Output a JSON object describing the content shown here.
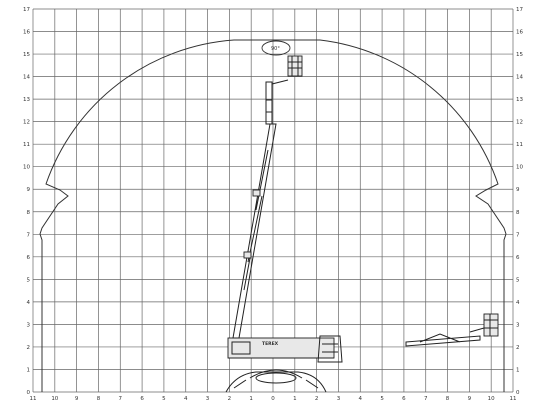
{
  "diagram": {
    "x_ticks": [
      "11",
      "10",
      "9",
      "8",
      "7",
      "6",
      "5",
      "4",
      "3",
      "2",
      "1",
      "0",
      "1",
      "2",
      "3",
      "4",
      "5",
      "6",
      "7",
      "8",
      "9",
      "10",
      "11"
    ],
    "y_ticks": [
      "0",
      "1",
      "2",
      "3",
      "4",
      "5",
      "6",
      "7",
      "8",
      "9",
      "10",
      "11",
      "12",
      "13",
      "14",
      "15",
      "16",
      "17"
    ],
    "angle_label": "90°",
    "machine_label": "TEREX"
  }
}
